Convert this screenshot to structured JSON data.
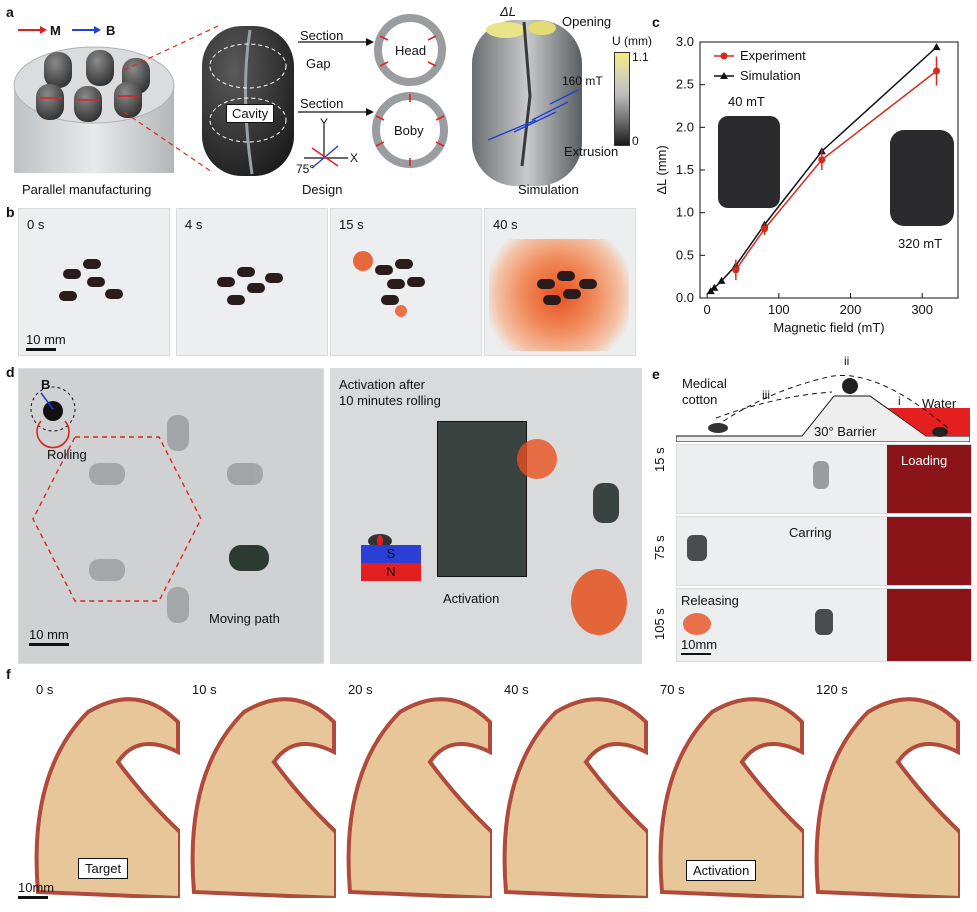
{
  "panels": {
    "a": {
      "label": "a",
      "legend_m": "M",
      "legend_b": "B",
      "manufacturing_caption": "Parallel manufacturing",
      "design_caption": "Design",
      "simulation_caption": "Simulation",
      "section_top": "Section",
      "section_bottom": "Section",
      "gap": "Gap",
      "cavity": "Cavity",
      "head": "Head",
      "body": "Boby",
      "axis_y": "Y",
      "axis_x": "X",
      "angle": "75°",
      "delta_l": "ΔL",
      "opening": "Opening",
      "field": "160 mT",
      "extrusion": "Extrusion",
      "colorbar_title": "U (mm)",
      "colorbar_max": "1.1",
      "colorbar_min": "0"
    },
    "b": {
      "label": "b",
      "times": [
        "0 s",
        "4 s",
        "15 s",
        "40 s"
      ],
      "scale": "10 mm"
    },
    "c": {
      "label": "c",
      "label_40": "40 mT",
      "label_320": "320 mT"
    },
    "d": {
      "label": "d",
      "field_label": "B",
      "rolling": "Rolling",
      "moving_path": "Moving path",
      "scale": "10 mm",
      "activation_title_1": "Activation after",
      "activation_title_2": "10 minutes rolling",
      "magnet_s": "S",
      "magnet_n": "N",
      "activation": "Activation"
    },
    "e": {
      "label": "e",
      "medical_cotton_1": "Medical",
      "medical_cotton_2": "cotton",
      "barrier": "30° Barrier",
      "water": "Water",
      "step_i": "i",
      "step_ii": "ii",
      "step_iii": "iii",
      "times": [
        "15 s",
        "75 s",
        "105 s"
      ],
      "loading": "Loading",
      "carring": "Carring",
      "releasing": "Releasing",
      "scale": "10mm"
    },
    "f": {
      "label": "f",
      "times": [
        "0 s",
        "10 s",
        "20 s",
        "40 s",
        "70 s",
        "120 s"
      ],
      "target": "Target",
      "activation": "Activation",
      "scale": "10mm"
    }
  },
  "colors": {
    "magnetization": "#e02020",
    "field": "#1f3fd6",
    "experiment": "#d62a1e",
    "simulation": "#111111",
    "drug": "#e8501f"
  },
  "chart_data": {
    "type": "line",
    "xlabel": "Magnetic field (mT)",
    "ylabel": "ΔL (mm)",
    "xlim": [
      -10,
      350
    ],
    "ylim": [
      0,
      3.0
    ],
    "xticks": [
      0,
      100,
      200,
      300
    ],
    "yticks": [
      0,
      0.5,
      1.0,
      1.5,
      2.0,
      2.5,
      3.0
    ],
    "legend_position": "top-left",
    "grid": false,
    "series": [
      {
        "name": "Experiment",
        "x": [
          40,
          80,
          160,
          320
        ],
        "y": [
          0.33,
          0.81,
          1.62,
          2.66
        ],
        "err": [
          0.12,
          0.07,
          0.12,
          0.17
        ]
      },
      {
        "name": "Simulation",
        "x": [
          5,
          10,
          20,
          40,
          80,
          160,
          320
        ],
        "y": [
          0.08,
          0.12,
          0.2,
          0.38,
          0.86,
          1.72,
          2.94
        ]
      }
    ]
  }
}
